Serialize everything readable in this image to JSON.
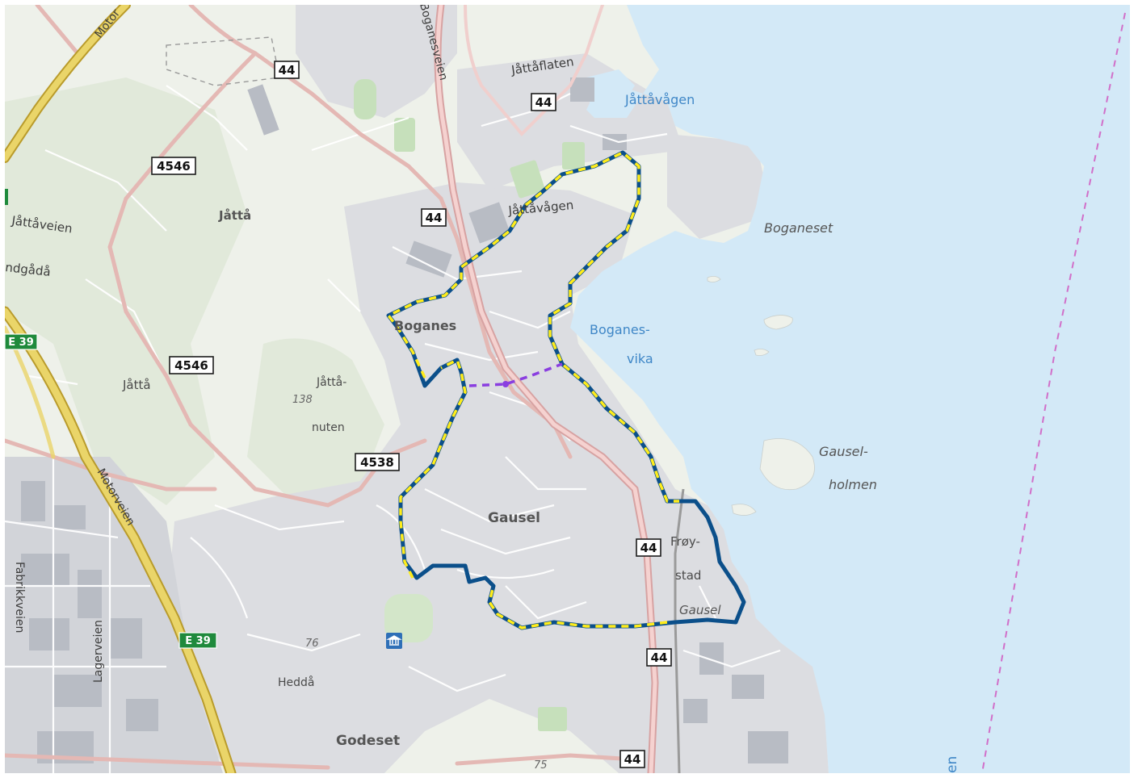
{
  "map": {
    "colors": {
      "water": "#d3e9f7",
      "land": "#eef1ea",
      "urban": "#d8dade",
      "forest": "#dfe8d8",
      "park": "#c9e2bf",
      "motorway": "#e6d36b",
      "main_road": "#e8b8b8",
      "route_outline": "#0b4f8a",
      "route_dash": "#ffec1a",
      "connector": "#8a3ee0",
      "boundary": "#d16fc9"
    },
    "road_shields": {
      "r44_a": "44",
      "r44_b": "44",
      "r44_c": "44",
      "r44_d": "44",
      "r44_e": "44",
      "r44_f": "44",
      "r4546_a": "4546",
      "r4546_b": "4546",
      "r4538": "4538",
      "e39_a": "E 39",
      "e39_b": "E 39"
    },
    "places": {
      "jatta_village": "Jåttå",
      "boganes": "Boganes",
      "gausel": "Gausel",
      "godeset": "Godeset",
      "jatta_south": "Jåttå",
      "hedda": "Heddå",
      "jattanuten_1": "Jåttå-",
      "jattanuten_2": "nuten",
      "froystad_1": "Frøy-",
      "froystad_2": "stad",
      "gausel_italic": "Gausel"
    },
    "water_labels": {
      "jattavagen_bay": "Jåttåvågen",
      "bogenesvika_1": "Boganes-",
      "bogenesvika_2": "vika",
      "fjord_partial": "en"
    },
    "islands": {
      "boganeset": "Boganeset",
      "gauselholmen_1": "Gausel-",
      "gauselholmen_2": "holmen"
    },
    "streets": {
      "bogenesveien": "Boganesveien",
      "jattaflaten": "Jåttåflaten",
      "jattaveien": "Jåttåveien",
      "jattavagen_street": "Jåttåvågen",
      "ndgada": "ndgådå",
      "motorveien": "Motorveien",
      "motor_partial": "Motor",
      "fabrikkveien": "Fabrikkveien",
      "lagerveien": "Lagerveien"
    },
    "heights": {
      "h138": "138",
      "h76": "76",
      "h75": "75"
    },
    "icons": [
      "museum-icon"
    ]
  }
}
